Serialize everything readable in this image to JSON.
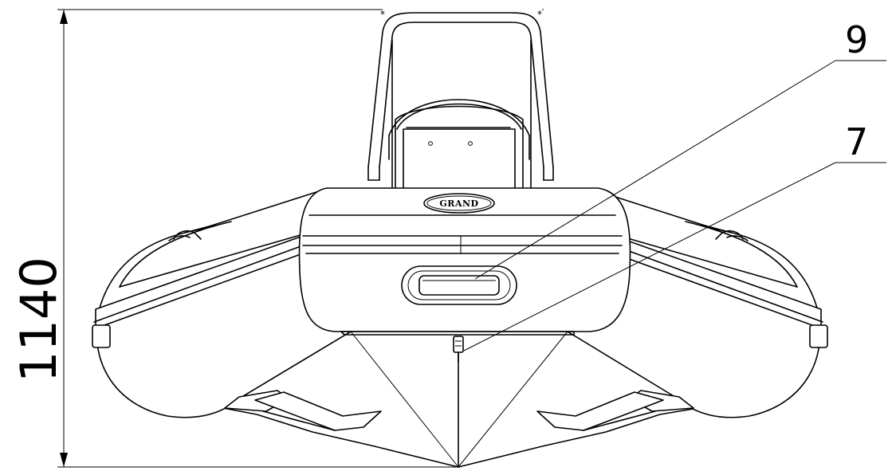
{
  "dimension": {
    "value": "1140"
  },
  "callouts": [
    {
      "label": "9"
    },
    {
      "label": "7"
    }
  ],
  "logo": {
    "text": "GRAND"
  }
}
